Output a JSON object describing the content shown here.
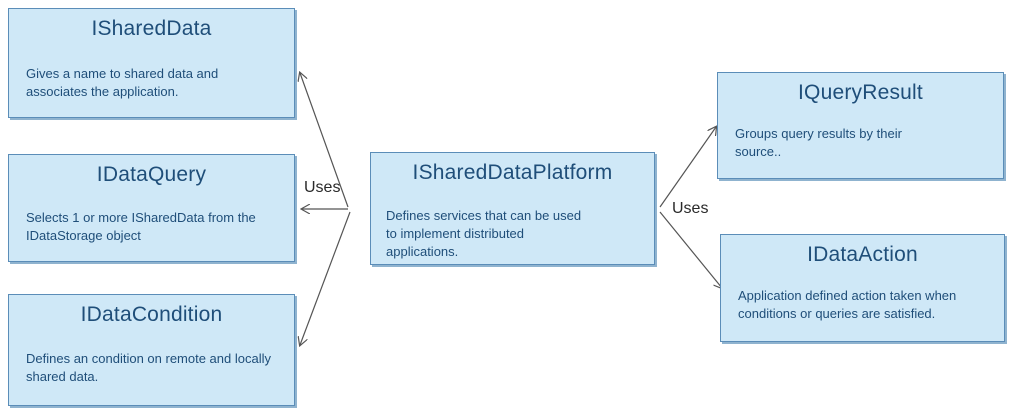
{
  "diagram": {
    "nodes": {
      "shared_data": {
        "title": "ISharedData",
        "description": "Gives a name to shared data and associates the application."
      },
      "data_query": {
        "title": "IDataQuery",
        "description": "Selects 1 or more ISharedData from the IDataStorage object"
      },
      "data_condition": {
        "title": "IDataCondition",
        "description": "Defines an condition on remote and locally shared data."
      },
      "shared_data_platform": {
        "title": "ISharedDataPlatform",
        "description": "Defines services that can be used to implement distributed applications."
      },
      "query_result": {
        "title": "IQueryResult",
        "description": "Groups query results by their source.."
      },
      "data_action": {
        "title": "IDataAction",
        "description": "Application defined action taken when conditions or queries are satisfied."
      }
    },
    "edge_labels": {
      "left_uses": "Uses",
      "right_uses": "Uses"
    }
  },
  "colors": {
    "box_fill": "#cfe8f7",
    "box_border": "#5b8db8",
    "text": "#1f4e79",
    "connector": "#555555"
  }
}
